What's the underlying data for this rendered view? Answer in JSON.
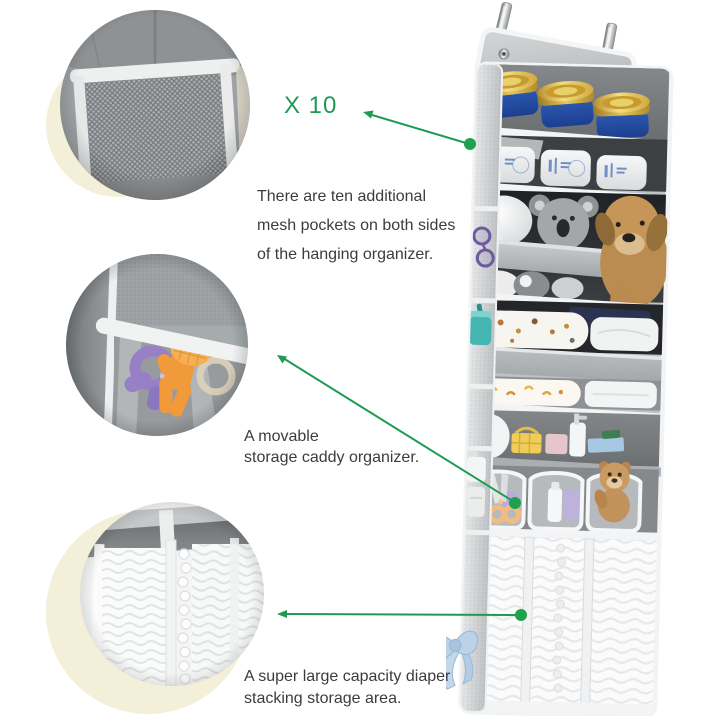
{
  "colors": {
    "background": "#ffffff",
    "accent_green": "#1e9b53",
    "arrow_dot_green": "#1fa14e",
    "text_dark": "#3c3c3c",
    "cream_accent": "#f4efd9",
    "fabric_gray": "#b7babc",
    "trim_white": "#f3f4f5",
    "can_blue": "#2c5ab2",
    "can_gold": "#e8d06b",
    "teal_cup": "#45b5b1",
    "scissors_orange": "#f08c1e",
    "teether_purple": "#8a6fc0",
    "bow_blue": "#bcd2e8"
  },
  "annotations": {
    "multiplier_label": "X 10",
    "mesh_note": {
      "lines": [
        "There are ten additional",
        "mesh pockets on both sides",
        "of the hanging organizer."
      ]
    },
    "caddy_note": {
      "lines": [
        "A movable",
        "storage caddy organizer."
      ]
    },
    "diaper_note": {
      "lines": [
        "A super large capacity diaper",
        "stacking storage area."
      ]
    }
  },
  "callouts": [
    {
      "id": "mesh-pocket-detail"
    },
    {
      "id": "storage-caddy-detail"
    },
    {
      "id": "diaper-stack-detail"
    }
  ]
}
